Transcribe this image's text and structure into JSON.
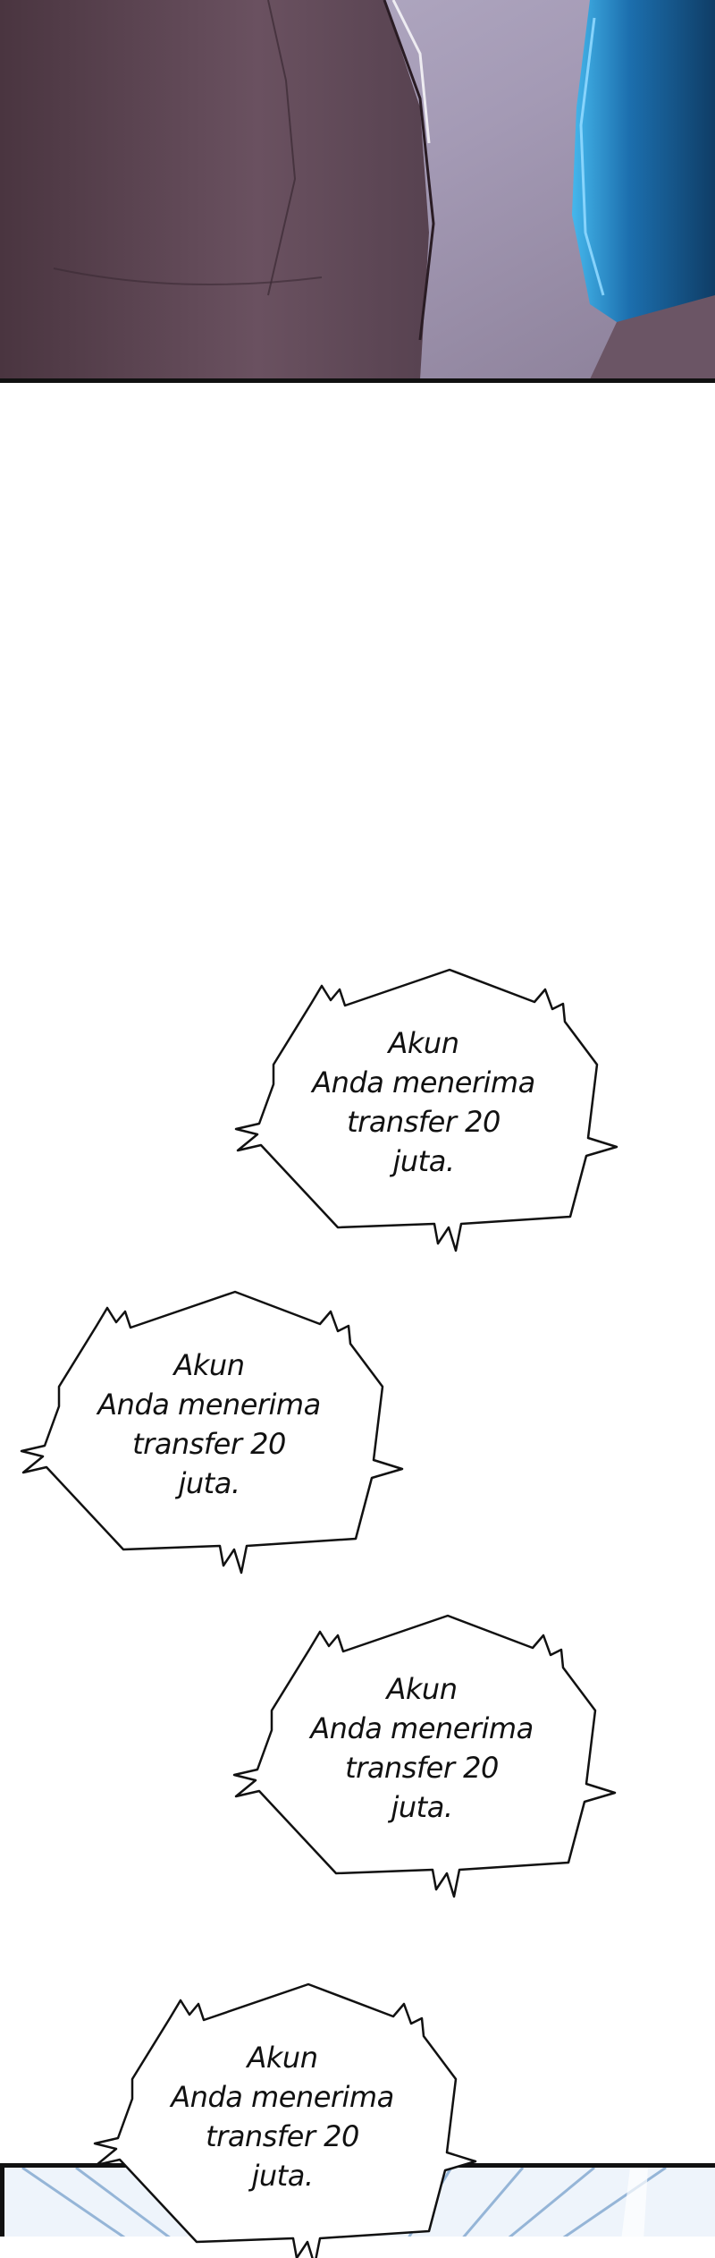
{
  "bubbles": [
    {
      "lines": [
        "Akun",
        "Anda menerima",
        "transfer 20",
        "juta."
      ]
    },
    {
      "lines": [
        "Akun",
        "Anda menerima",
        "transfer 20",
        "juta."
      ]
    },
    {
      "lines": [
        "Akun",
        "Anda menerima",
        "transfer 20",
        "juta."
      ]
    },
    {
      "lines": [
        "Akun",
        "Anda menerima",
        "transfer 20",
        "juta."
      ]
    }
  ],
  "colors": {
    "panel_top_light": "#a9a0bc",
    "panel_top_mid": "#7f6f86",
    "jacket": "#5b4552",
    "hair_blue": "#2a86c4",
    "outline": "#111111",
    "text": "#111111"
  }
}
